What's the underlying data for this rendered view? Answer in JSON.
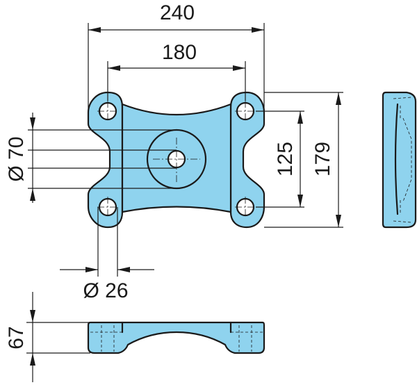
{
  "dimensions": {
    "overall_width": "240",
    "hole_spacing_width": "180",
    "hole_spacing_height": "125",
    "overall_height": "179",
    "center_bore_diameter": "Ø 70",
    "mounting_hole_diameter": "Ø 26",
    "part_height": "67"
  },
  "colors": {
    "part_fill": "#8fd3ee",
    "outline": "#1a1a1a"
  }
}
